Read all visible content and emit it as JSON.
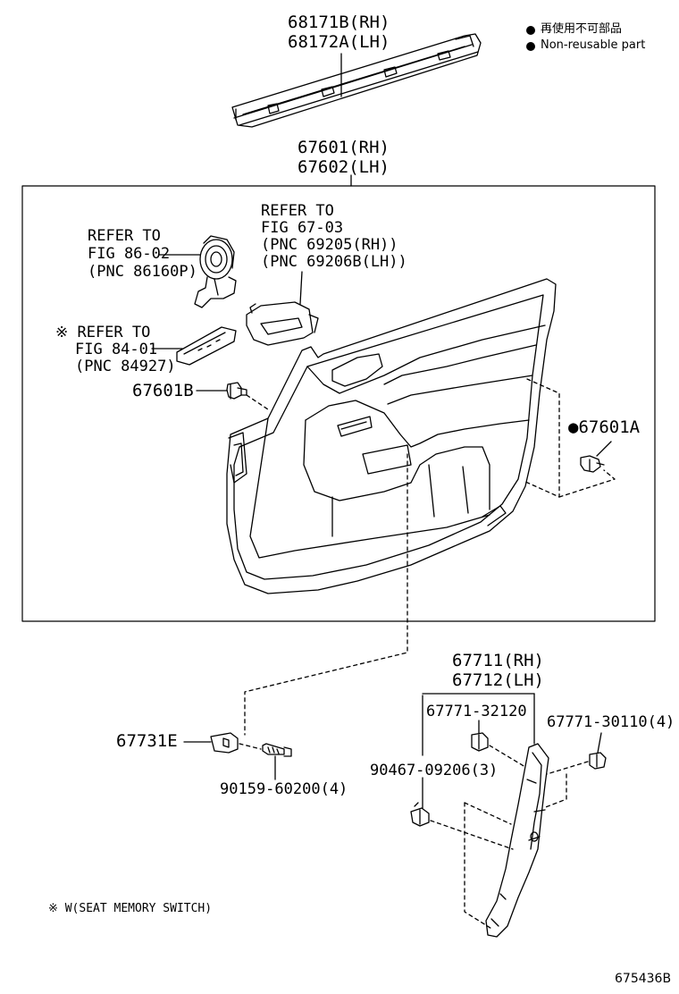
{
  "legend": {
    "line_jp": "再使用不可部品",
    "line_en": "Non-reusable part"
  },
  "parts": {
    "weatherstrip_rh": "68171B(RH)",
    "weatherstrip_lh": "68172A(LH)",
    "door_panel_rh": "67601(RH)",
    "door_panel_lh": "67602(LH)",
    "clip_b": "67601B",
    "clip_a": "●67601A",
    "armrest_rh": "67711(RH)",
    "armrest_lh": "67712(LH)",
    "clip_32120": "67771-32120",
    "clip_30110": "67771-30110(4)",
    "clip_09206": "90467-09206(3)",
    "bracket_e": "67731E",
    "screw": "90159-60200(4)"
  },
  "refs": {
    "speaker": [
      "REFER TO",
      "FIG 86-02",
      "(PNC 86160P)"
    ],
    "handle": [
      "REFER TO",
      "FIG 67-03",
      "(PNC 69205(RH))",
      "(PNC 69206B(LH))"
    ],
    "switch": [
      "※ REFER TO",
      "FIG 84-01",
      "(PNC 84927)"
    ]
  },
  "footnote": "※ W(SEAT MEMORY SWITCH)",
  "figure_id": "675436B"
}
